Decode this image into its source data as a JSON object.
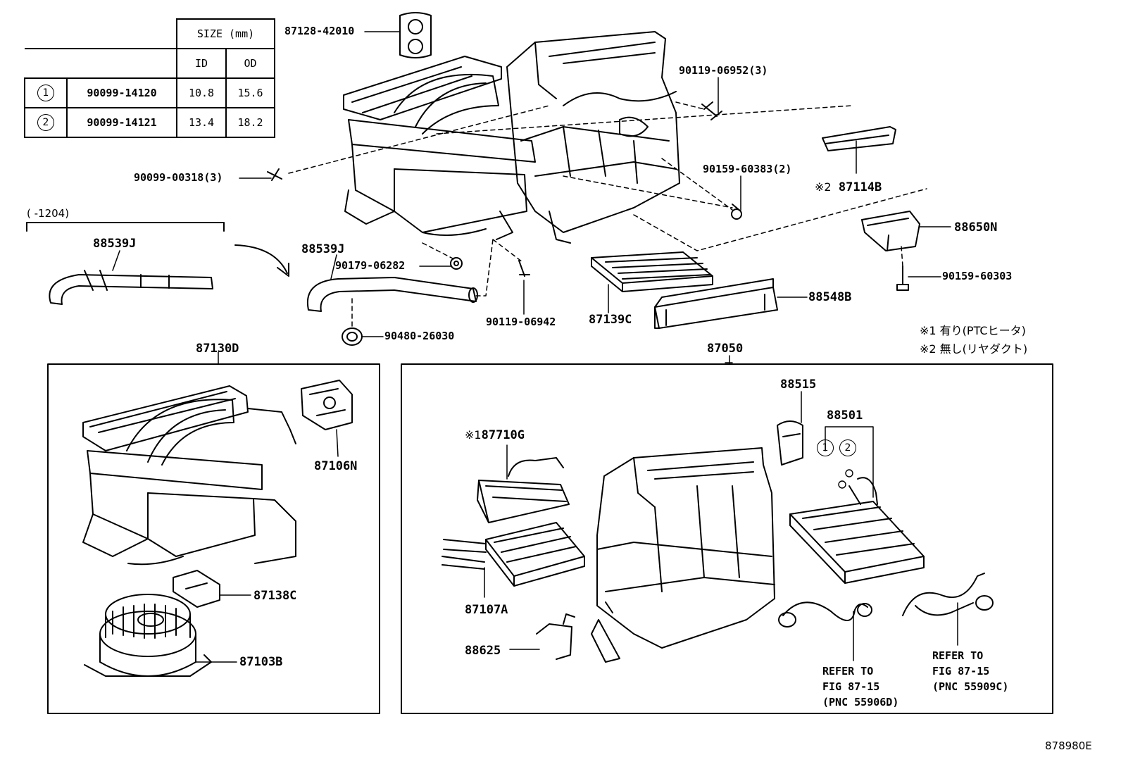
{
  "size_table": {
    "header": "SIZE (mm)",
    "col_id": "ID",
    "col_od": "OD",
    "rows": [
      {
        "mark": "1",
        "part": "90099-14120",
        "id": "10.8",
        "od": "15.6"
      },
      {
        "mark": "2",
        "part": "90099-14121",
        "id": "13.4",
        "od": "18.2"
      }
    ]
  },
  "parts": {
    "p87128": "87128-42010",
    "p90119_06952": "90119-06952(3)",
    "p90099_00318": "90099-00318(3)",
    "p90159_60383": "90159-60383(2)",
    "p87114B": "87114B",
    "p88650N": "88650N",
    "p90159_60303": "90159-60303",
    "p88539J_a": "88539J",
    "p88539J_b": "88539J",
    "p90179": "90179-06282",
    "p90119_06942": "90119-06942",
    "p87139C": "87139C",
    "p88548B": "88548B",
    "p90480": "90480-26030",
    "p87130D": "87130D",
    "p87050": "87050",
    "p87106N": "87106N",
    "p87138C": "87138C",
    "p87103B": "87103B",
    "p88515": "88515",
    "p88501": "88501",
    "p87710G": "87710G",
    "p87107A": "87107A",
    "p88625": "88625"
  },
  "marks": {
    "m1": "※1",
    "m2": "※2",
    "c1": "1",
    "c2": "2"
  },
  "notes": {
    "date_range": "(   -1204)",
    "note1": "※1 有り(PTCヒータ)",
    "note2": "※2 無し(リヤダクト)"
  },
  "refs": {
    "ref1": [
      "REFER TO",
      "FIG 87-15",
      "(PNC 55906D)"
    ],
    "ref2": [
      "REFER TO",
      "FIG 87-15",
      "(PNC 55909C)"
    ]
  },
  "figure_id": "878980E"
}
